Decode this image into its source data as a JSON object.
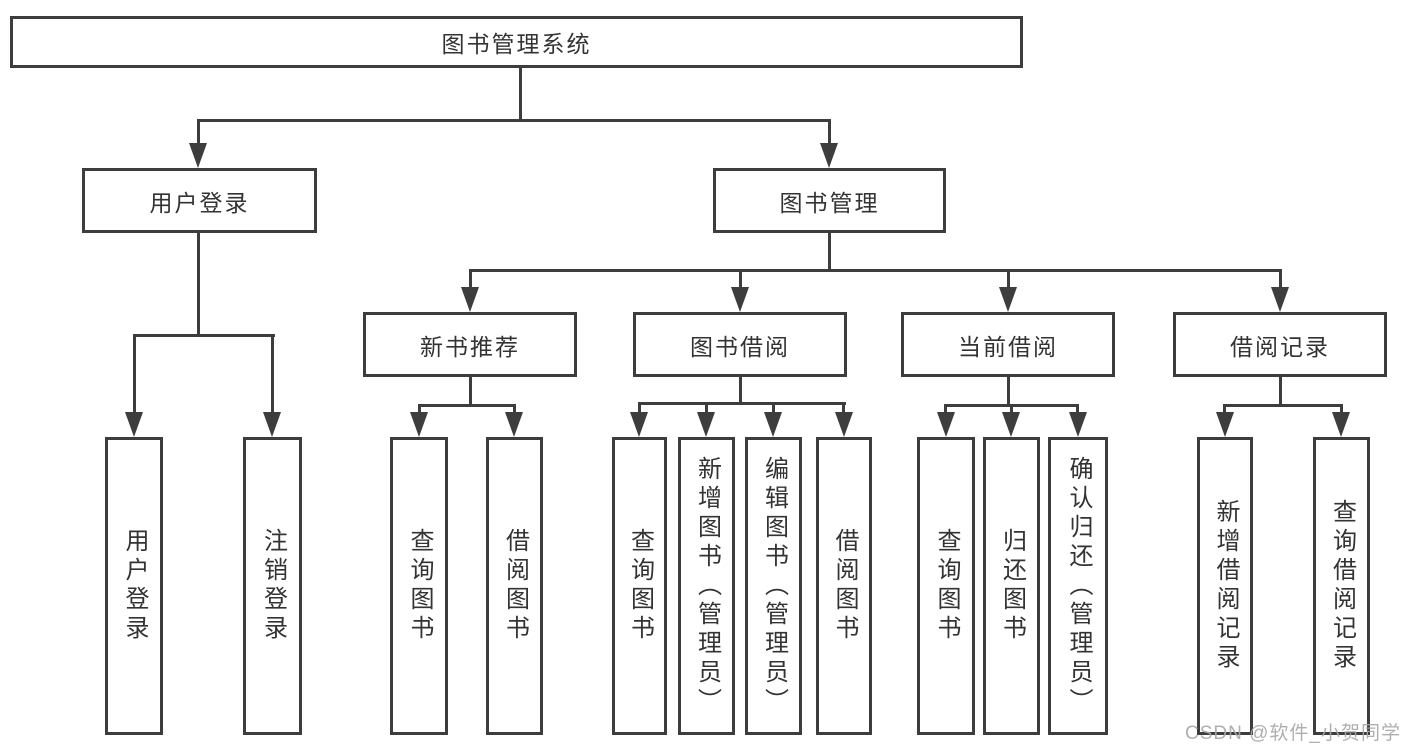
{
  "nodes": {
    "root": "图书管理系统",
    "user_login": "用户登录",
    "book_mgmt": "图书管理",
    "new_books": "新书推荐",
    "book_borrow": "图书借阅",
    "current_borrow": "当前借阅",
    "borrow_records": "借阅记录"
  },
  "leaves": {
    "user_login": [
      "用户登录",
      "注销登录"
    ],
    "new_books": [
      "查询图书",
      "借阅图书"
    ],
    "book_borrow": [
      "查询图书",
      "新增图书（管理员）",
      "编辑图书（管理员）",
      "借阅图书"
    ],
    "current_borrow": [
      "查询图书",
      "归还图书",
      "确认归还（管理员）"
    ],
    "borrow_records": [
      "新增借阅记录",
      "查询借阅记录"
    ]
  },
  "watermark": "CSDN @软件_小贺同学",
  "colors": {
    "line": "#3d3d3d",
    "text": "#333333",
    "watermark": "#a8a8a8",
    "background": "#ffffff"
  }
}
